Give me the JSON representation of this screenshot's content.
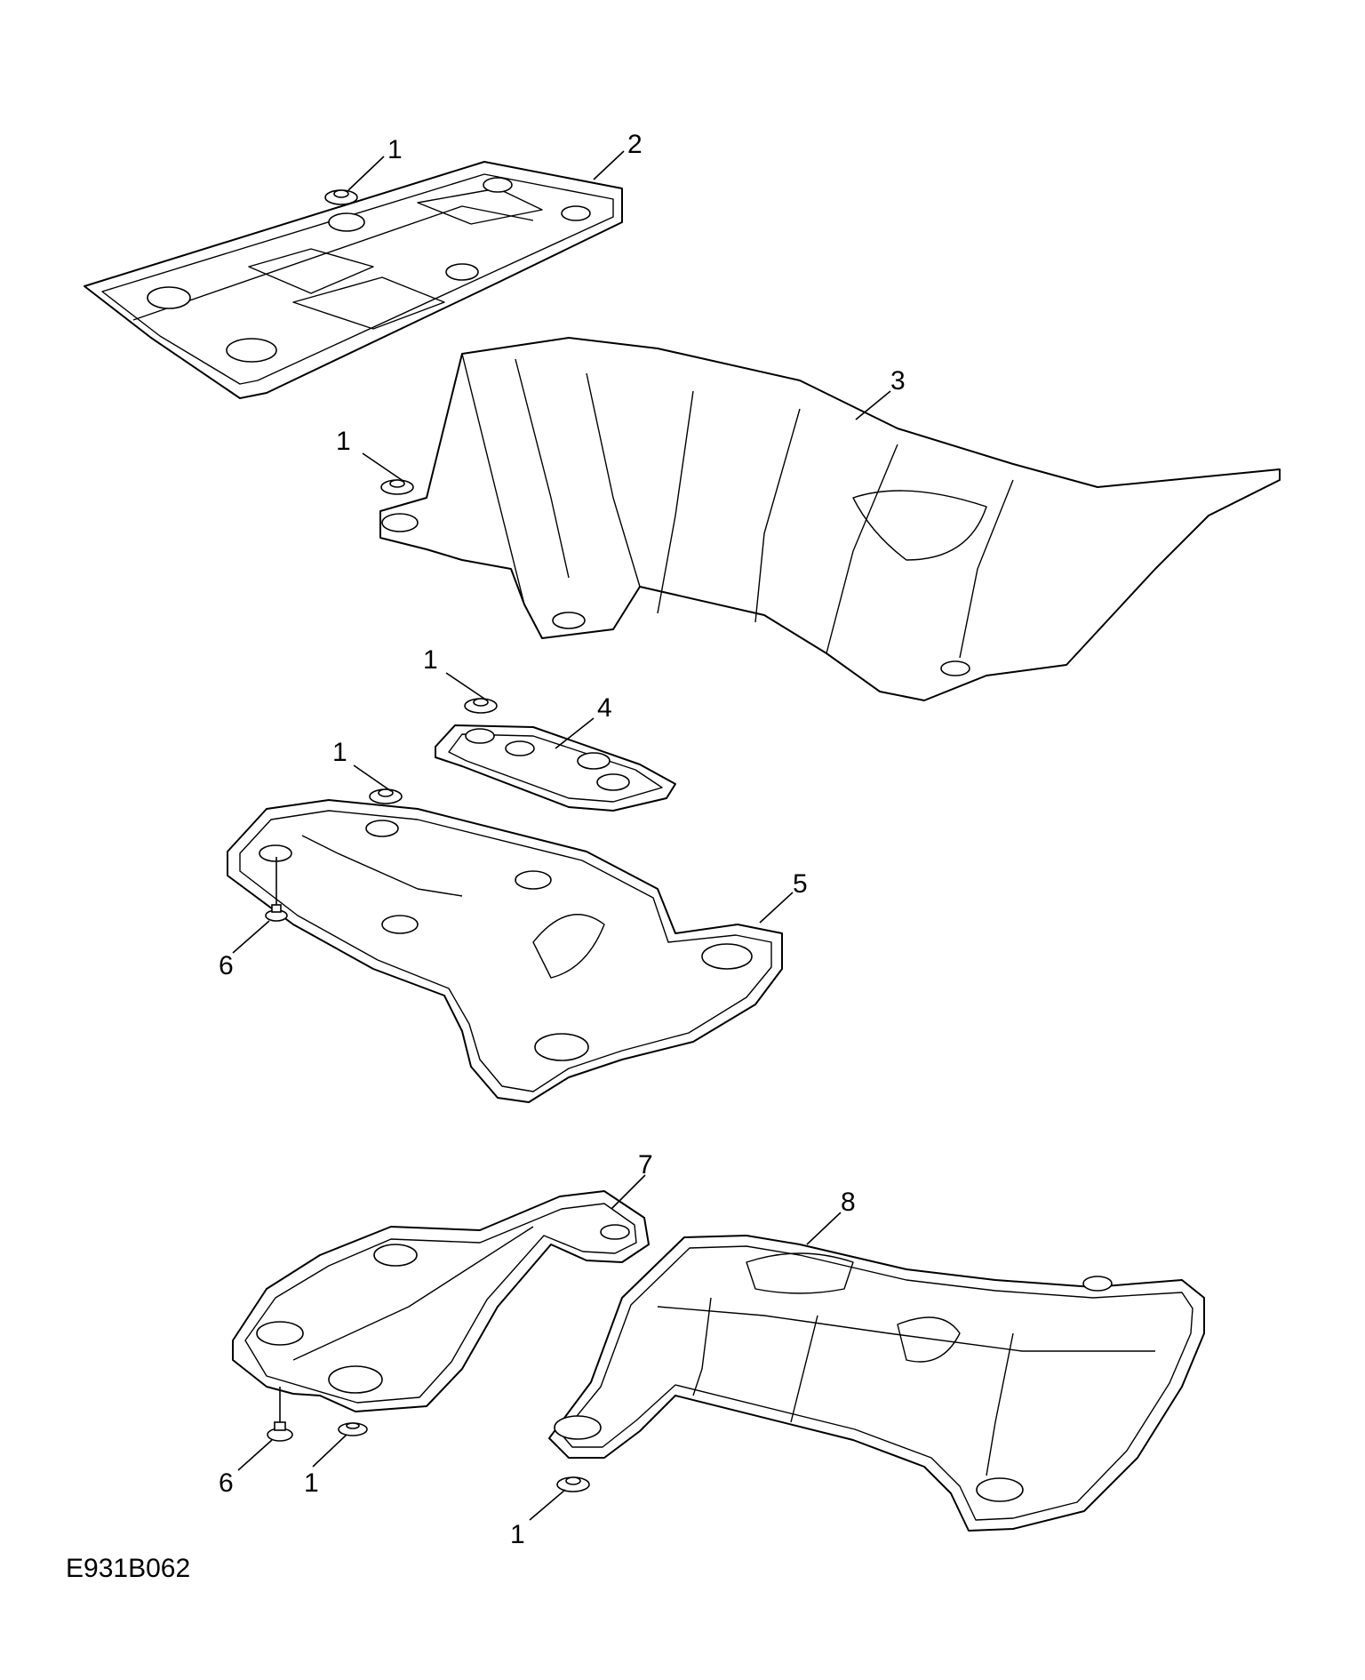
{
  "diagram_code": "E931B062",
  "callouts": {
    "c1a": "1",
    "c2": "2",
    "c1b": "1",
    "c3": "3",
    "c1c": "1",
    "c4": "4",
    "c1d": "1",
    "c5": "5",
    "c6a": "6",
    "c7": "7",
    "c8": "8",
    "c6b": "6",
    "c1e": "1",
    "c1f": "1"
  }
}
